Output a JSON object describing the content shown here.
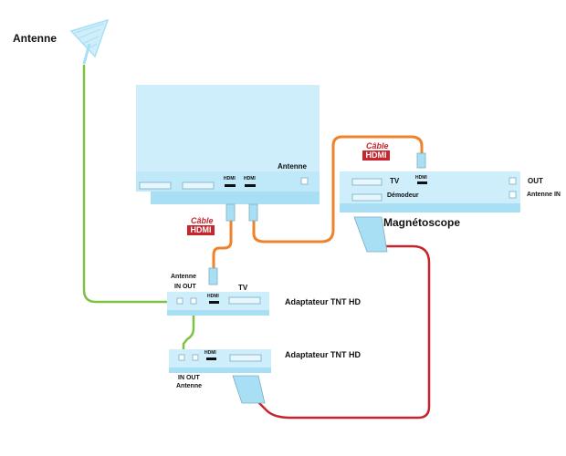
{
  "labels": {
    "antenna": "Antenne",
    "tv_antenna": "Antenne",
    "vcr": "Magnétoscope",
    "vcr_tv": "TV",
    "vcr_demod": "Démodeur",
    "vcr_out": "OUT",
    "vcr_antenna_in": "Antenne IN",
    "adapter1": "Adaptateur TNT HD",
    "adapter2": "Adaptateur TNT HD",
    "adapter1_antenna": "Antenne",
    "adapter1_in_out": "IN  OUT",
    "adapter1_tv": "TV",
    "adapter2_in_out": "IN  OUT",
    "adapter2_antenna": "Antenne"
  },
  "hdmi_logo": {
    "top": "Câble",
    "bottom": "HDMI"
  },
  "port_label": "HDMI",
  "colors": {
    "device_fill": "#cfeefb",
    "device_port_panel": "#a9dff4",
    "coax_cable": "#7dc242",
    "hdmi_cable": "#f0822c",
    "scart_cable": "#c6252c",
    "scart_connector": "#a9dff4",
    "logo_red": "#c6252c"
  },
  "connections": [
    {
      "from": "antenna",
      "to": "adapter1-in",
      "type": "coax"
    },
    {
      "from": "adapter1-out",
      "to": "adapter2-in",
      "type": "coax"
    },
    {
      "from": "tv-hdmi-1",
      "to": "adapter1-hdmi",
      "type": "hdmi"
    },
    {
      "from": "tv-hdmi-2",
      "to": "vcr-hdmi",
      "type": "hdmi"
    },
    {
      "from": "vcr-scart",
      "to": "adapter2-scart",
      "type": "scart"
    }
  ]
}
